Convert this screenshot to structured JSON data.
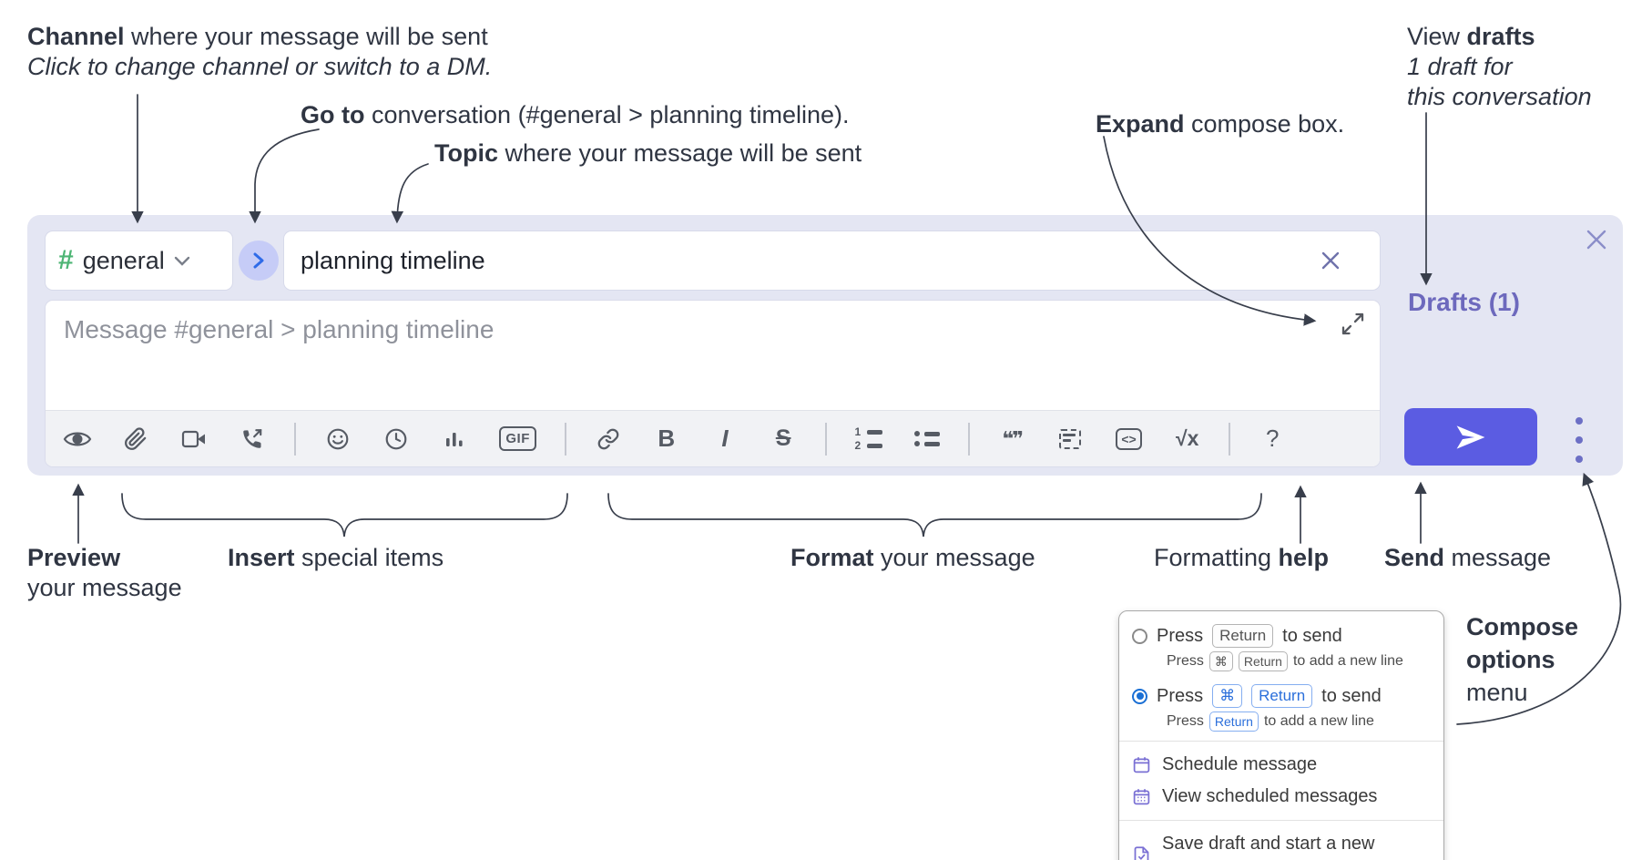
{
  "annotations": {
    "channel": {
      "bold": "Channel",
      "rest": " where your message will be sent",
      "sub": "Click to change channel or switch to a DM."
    },
    "goto": {
      "bold": "Go to",
      "rest": " conversation (#general > planning timeline)."
    },
    "topic": {
      "bold": "Topic",
      "rest": " where your message will be sent"
    },
    "expand": {
      "bold": "Expand",
      "rest": " compose box."
    },
    "view_drafts": {
      "pre": "View ",
      "bold": "drafts",
      "line2": "1 draft for",
      "line3": "this conversation"
    },
    "preview": {
      "bold": "Preview",
      "line2": "your message"
    },
    "insert": {
      "bold": "Insert",
      "rest": " special items"
    },
    "format": {
      "bold": "Format",
      "rest": " your message"
    },
    "help": {
      "pre": "Formatting ",
      "bold": "help"
    },
    "send": {
      "bold": "Send",
      "rest": " message"
    },
    "compose_options": {
      "line1": "Compose",
      "line2": "options",
      "line3": "menu"
    }
  },
  "compose": {
    "channel_hash": "#",
    "channel_name": "general",
    "topic_value": "planning timeline",
    "message_placeholder": "Message #general > planning timeline",
    "drafts_link": "Drafts (1)",
    "toolbar": {
      "icons": [
        "preview",
        "attach-file",
        "video-call",
        "audio-call",
        "emoji",
        "schedule",
        "poll",
        "gif",
        "link",
        "bold",
        "italic",
        "strikethrough",
        "numbered-list",
        "bulleted-list",
        "quote",
        "spoiler",
        "code",
        "math",
        "help"
      ],
      "gif_label": "GIF",
      "bold_label": "B",
      "italic_label": "I",
      "strike_label": "S",
      "list_num1": "1",
      "list_num2": "2",
      "quote_label": "❝❞",
      "code_label": "<>",
      "math_label": "√x",
      "help_label": "?"
    }
  },
  "menu": {
    "send_options": [
      {
        "selected": false,
        "main_pre": "Press",
        "main_keys": [
          "Return"
        ],
        "main_post": "to send",
        "sub_pre": "Press",
        "sub_keys": [
          "⌘",
          "Return"
        ],
        "sub_post": "to add a new line"
      },
      {
        "selected": true,
        "main_pre": "Press",
        "main_keys": [
          "⌘",
          "Return"
        ],
        "main_post": "to send",
        "sub_pre": "Press",
        "sub_keys": [
          "Return"
        ],
        "sub_post": "to add a new line"
      }
    ],
    "items": [
      "Schedule message",
      "View scheduled messages",
      "Save draft and start a new message"
    ]
  },
  "colors": {
    "compose_bg": "#e4e6f3",
    "send_button": "#5b5ce2",
    "drafts_link": "#6d69bd",
    "channel_hash_green": "#4db574",
    "goto_circle_bg": "#c6ccf7",
    "goto_chevron_blue": "#2f6be8",
    "toolbar_icon": "#565b64",
    "radio_selected": "#1a6fd4",
    "kbd_blue": "#2b6fdb",
    "menu_icon_purple": "#7a70d4",
    "annotation_text": "#2f3542"
  }
}
